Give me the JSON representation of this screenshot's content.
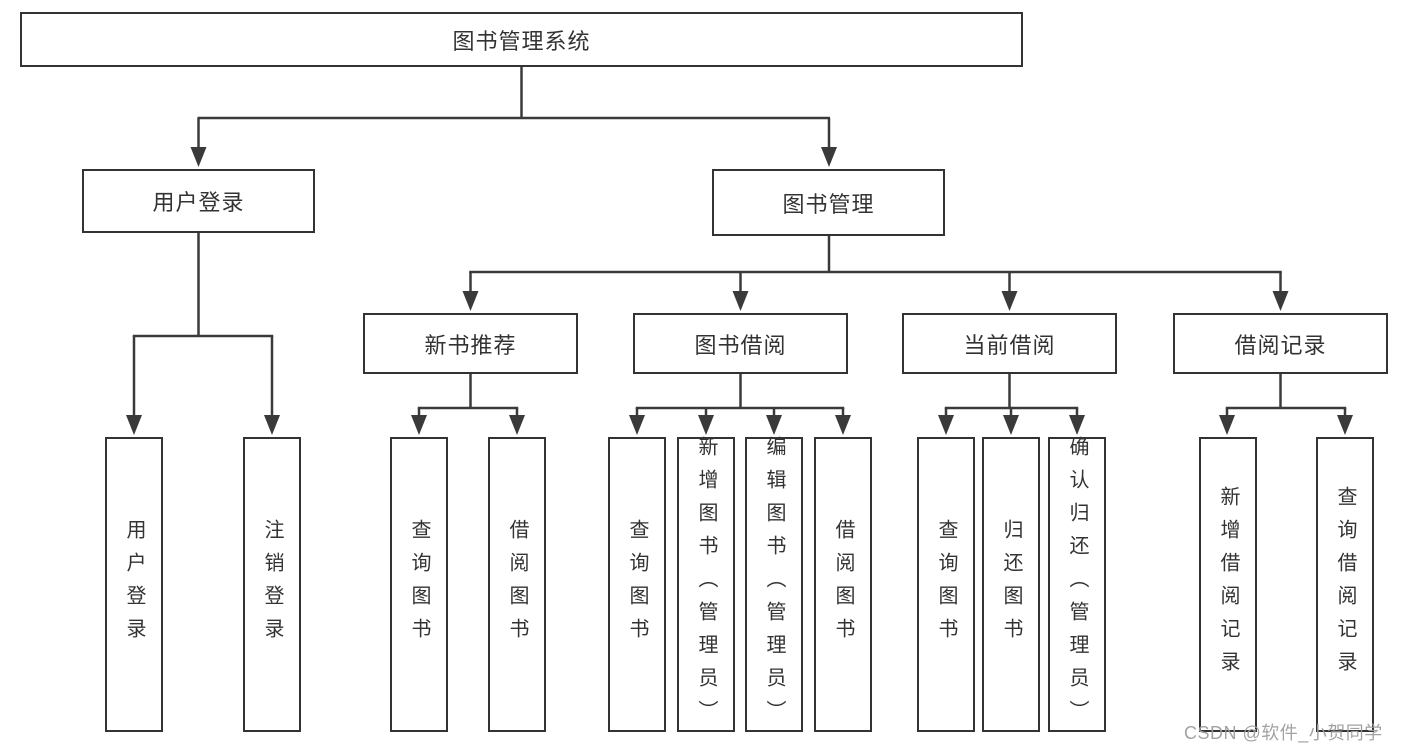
{
  "tree": {
    "root": {
      "label": "图书管理系统"
    },
    "branches": [
      {
        "label": "用户登录",
        "children": [
          {
            "label": "用户登录"
          },
          {
            "label": "注销登录"
          }
        ]
      },
      {
        "label": "图书管理",
        "children": [
          {
            "label": "新书推荐",
            "children": [
              {
                "label": "查询图书"
              },
              {
                "label": "借阅图书"
              }
            ]
          },
          {
            "label": "图书借阅",
            "children": [
              {
                "label": "查询图书"
              },
              {
                "label": "新增图书（管理员）"
              },
              {
                "label": "编辑图书（管理员）"
              },
              {
                "label": "借阅图书"
              }
            ]
          },
          {
            "label": "当前借阅",
            "children": [
              {
                "label": "查询图书"
              },
              {
                "label": "归还图书"
              },
              {
                "label": "确认归还（管理员）"
              }
            ]
          },
          {
            "label": "借阅记录",
            "children": [
              {
                "label": "新增借阅记录"
              },
              {
                "label": "查询借阅记录"
              }
            ]
          }
        ]
      }
    ]
  },
  "watermark": {
    "text": "CSDN @软件_小贺同学"
  },
  "colors": {
    "line": "#3a3a3a",
    "box_border": "#333333",
    "text": "#333333",
    "watermark": "#9e9e9e",
    "background": "#ffffff"
  }
}
